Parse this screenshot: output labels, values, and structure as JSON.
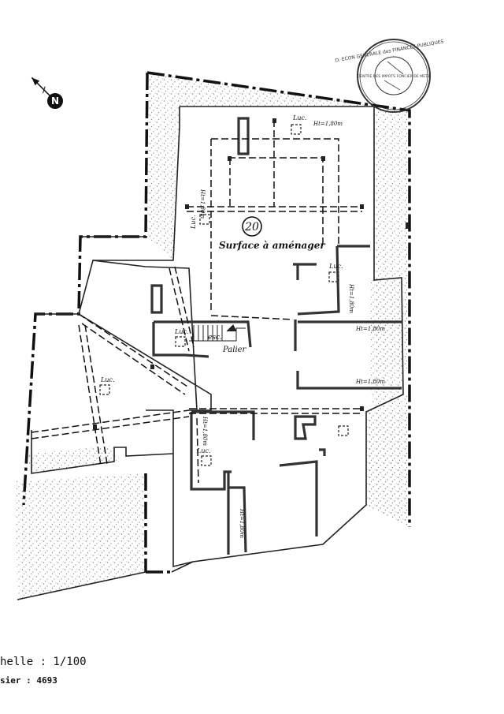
{
  "room_number": "20",
  "surface_label": "Surface à aménager",
  "luc_label": "Luc.",
  "esc_label": "esc.",
  "palier_label": "Palier",
  "heights": {
    "top": "Ht=1,80m",
    "left_vertical": "Ht=1,80m",
    "right_vertical": "Ht=1,80m",
    "right_upper": "Ht=1,80m",
    "right_lower": "Ht=1,80m",
    "bottom_left_vertical": "Ht=1,80m",
    "bottom_center_vertical": "Ht=1,80m"
  },
  "north_label": "N",
  "stamp": {
    "outer_text": "D. ECON GENERALE des FINANCES PUBLIQUES",
    "inner_text": "CENTRE DES IMPOTS FONCIER DE METZ"
  },
  "footer": {
    "scale": "helle : 1/100",
    "dossier": "sier : 4693"
  }
}
